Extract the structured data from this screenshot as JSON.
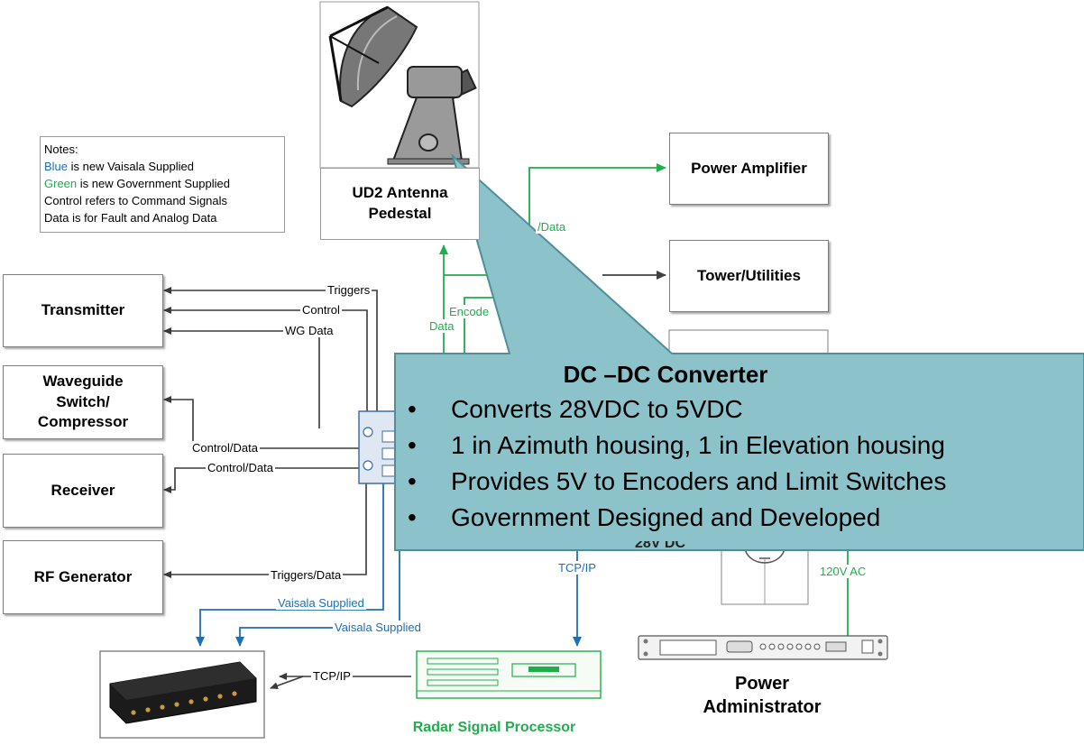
{
  "notes": {
    "heading": "Notes:",
    "blue_word": "Blue",
    "blue_rest": " is new Vaisala Supplied",
    "green_word": "Green",
    "green_rest": " is new Government Supplied",
    "line3": "Control refers to Command Signals",
    "line4": "Data is for Fault and Analog Data"
  },
  "boxes": {
    "antenna": "UD2 Antenna\nPedestal",
    "power_amplifier": "Power Amplifier",
    "tower_utilities": "Tower/Utilities",
    "transmitter": "Transmitter",
    "waveguide": "Waveguide\nSwitch/\nCompressor",
    "receiver": "Receiver",
    "rf_generator": "RF Generator"
  },
  "labels": {
    "triggers": "Triggers",
    "control": "Control",
    "wg_data": "WG Data",
    "control_data_1": "Control/Data",
    "control_data_2": "Control/Data",
    "triggers_data": "Triggers/Data",
    "vaisala_1": "Vaisala Supplied",
    "vaisala_2": "Vaisala Supplied",
    "tcp_ip_1": "TCP/IP",
    "tcp_ip_2": "TCP/IP",
    "encode": "Encode",
    "data": "Data",
    "slash_data": "/Data",
    "ac120": "120V AC",
    "partial_dc": "28V DC"
  },
  "captions": {
    "radar_signal_processor": "Radar Signal Processor",
    "power_administrator": "Power\nAdministrator"
  },
  "callout": {
    "title": "DC –DC Converter",
    "bullet_symbol": "•",
    "bullets": [
      "Converts 28VDC to 5VDC",
      "1 in Azimuth housing, 1 in Elevation housing",
      "Provides 5V to Encoders and Limit  Switches",
      "Government Designed and Developed"
    ]
  },
  "colors": {
    "blue": "#1f6fb5",
    "green": "#1fae4b",
    "callout_fill": "#8cc3cb",
    "line_dark": "#3a3a3a"
  }
}
